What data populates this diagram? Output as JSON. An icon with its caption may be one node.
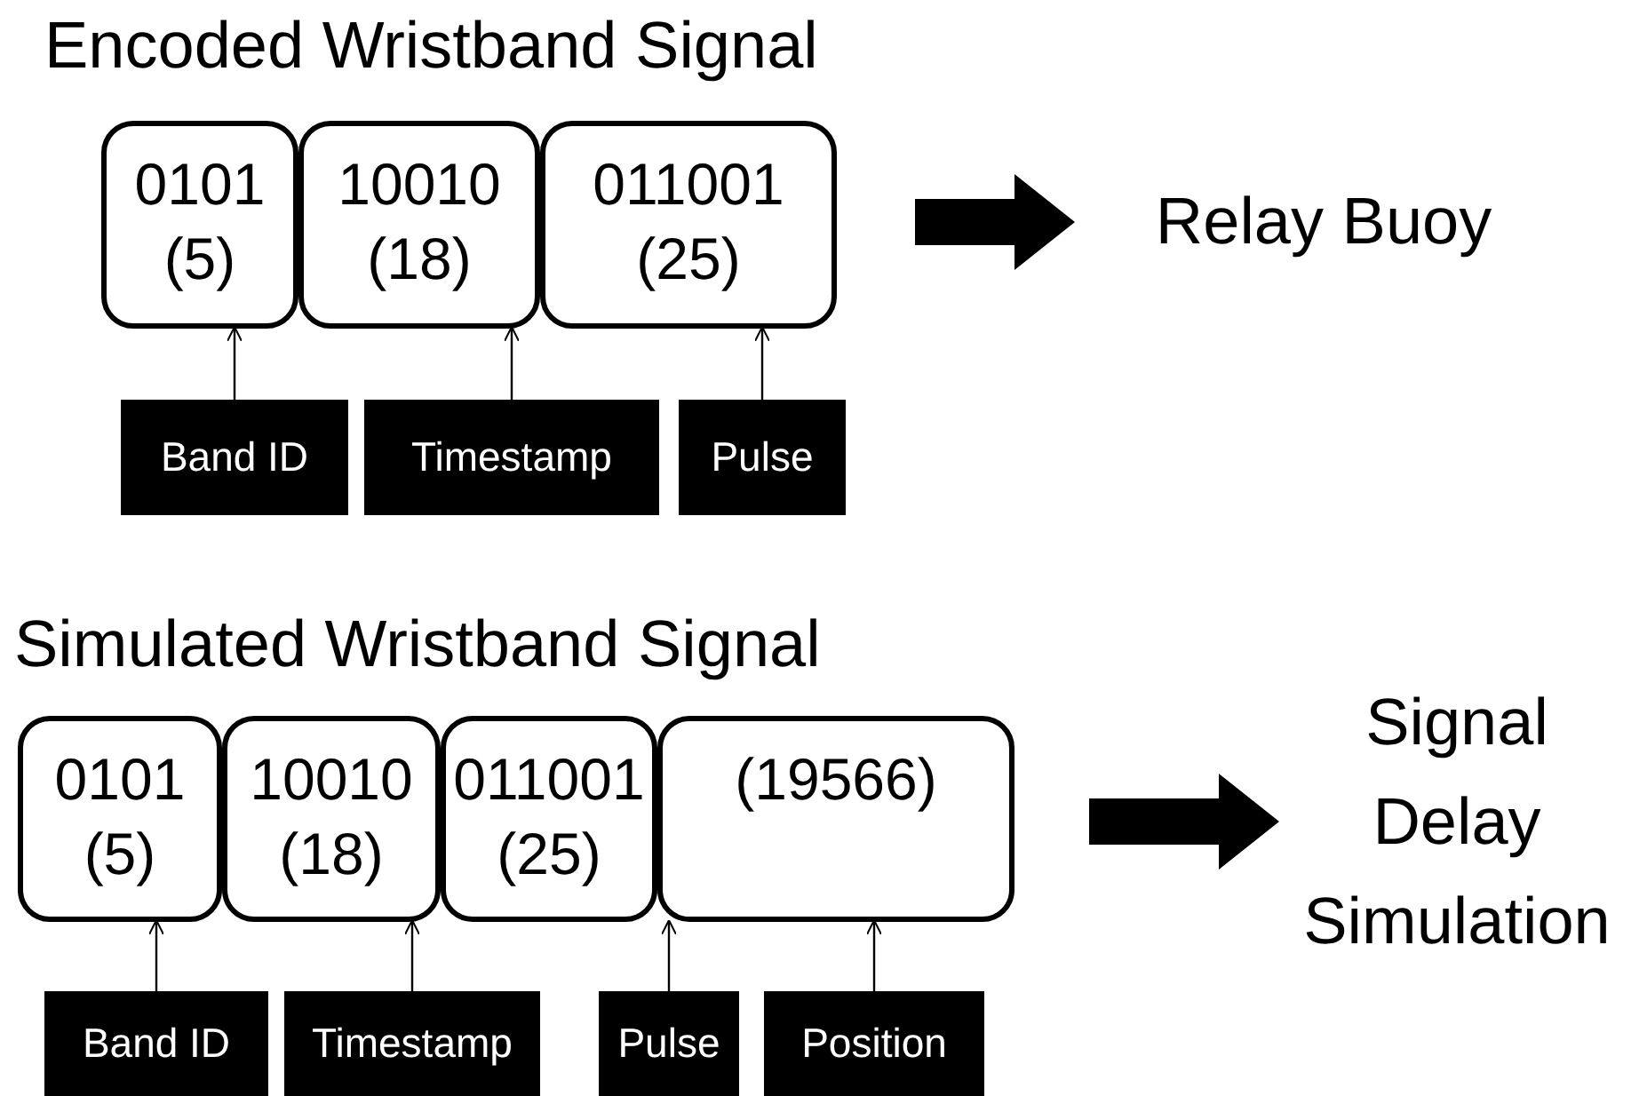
{
  "diagram": {
    "nodes": [
      {
        "text": [
          "Encoded Wristband Signal"
        ]
      },
      {
        "text": [
          "0101 (5)"
        ],
        "in": 0
      },
      {
        "text": [
          "10010 (18)"
        ],
        "in": 0
      },
      {
        "text": [
          "011001 (25)"
        ],
        "in": 0
      },
      {
        "text": [
          "Band ID"
        ]
      },
      {
        "text": [
          "Timestamp"
        ]
      },
      {
        "text": [
          "Pulse"
        ]
      },
      {
        "text": [
          "Relay Buoy"
        ]
      },
      {
        "text": [
          "Simulated Wristband Signal"
        ]
      },
      {
        "text": [
          "0101 (5)"
        ],
        "in": 8
      },
      {
        "text": [
          "10010 (18)"
        ],
        "in": 8
      },
      {
        "text": [
          "011001 (25)"
        ],
        "in": 8
      },
      {
        "text": [
          "(19566)"
        ],
        "in": 8
      },
      {
        "text": [
          "Band ID"
        ]
      },
      {
        "text": [
          "Timestamp"
        ]
      },
      {
        "text": [
          "Pulse"
        ]
      },
      {
        "text": [
          "Position"
        ]
      },
      {
        "text": [
          "Signal Delay Simulation"
        ]
      }
    ],
    "edges": [
      {
        "from": 4,
        "to": 1,
        "arrow": "to"
      },
      {
        "from": 5,
        "to": 2,
        "arrow": "to"
      },
      {
        "from": 6,
        "to": 3,
        "arrow": "to"
      },
      {
        "from": 0,
        "to": 7,
        "arrow": "to",
        "style": "thick"
      },
      {
        "from": 13,
        "to": 9,
        "arrow": "to"
      },
      {
        "from": 14,
        "to": 10,
        "arrow": "to"
      },
      {
        "from": 15,
        "to": 11,
        "arrow": "to"
      },
      {
        "from": 16,
        "to": 12,
        "arrow": "to"
      },
      {
        "from": 8,
        "to": 17,
        "arrow": "to",
        "style": "thick"
      }
    ]
  }
}
